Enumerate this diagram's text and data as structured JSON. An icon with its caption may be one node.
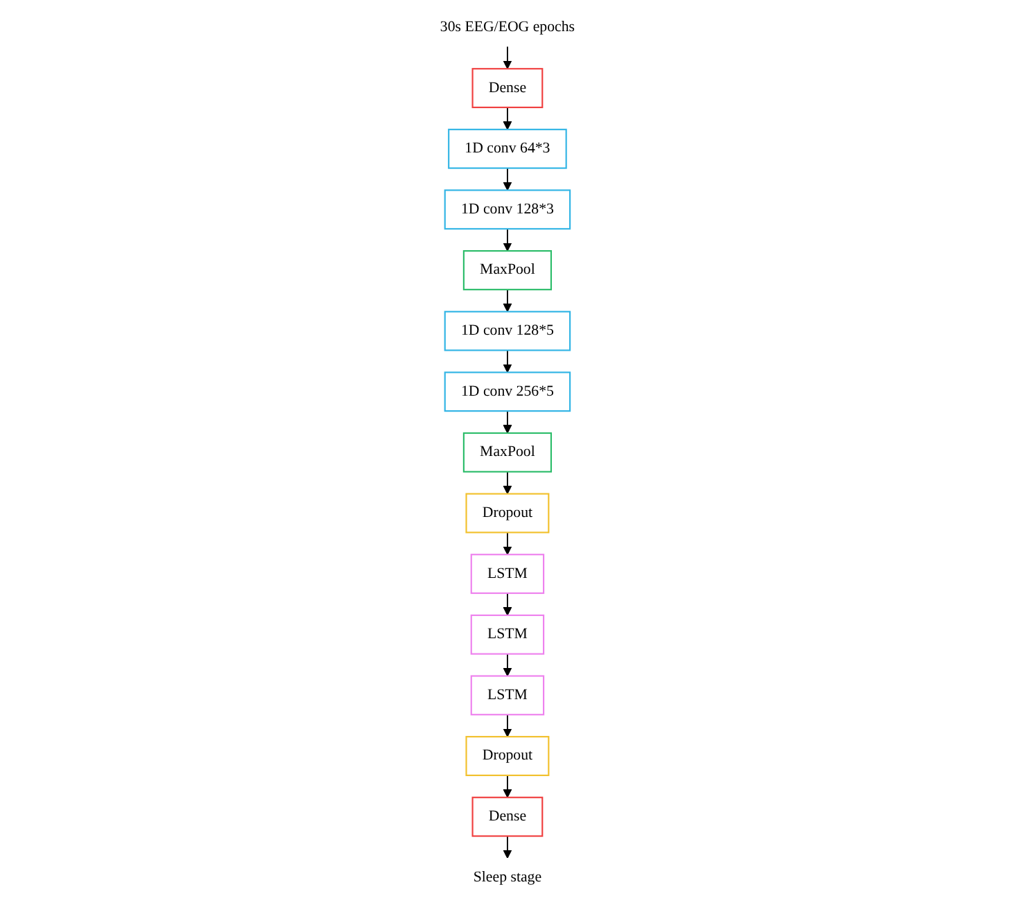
{
  "diagram": {
    "nodes": [
      {
        "text": [
          "30s EEG/EOG epochs"
        ]
      },
      {
        "text": [
          "Dense"
        ]
      },
      {
        "text": [
          "1D conv  64*3"
        ]
      },
      {
        "text": [
          "1D conv  128*3"
        ]
      },
      {
        "text": [
          "MaxPool"
        ]
      },
      {
        "text": [
          "1D conv  128*5"
        ]
      },
      {
        "text": [
          "1D conv  256*5"
        ]
      },
      {
        "text": [
          "MaxPool"
        ]
      },
      {
        "text": [
          "Dropout"
        ]
      },
      {
        "text": [
          "LSTM"
        ]
      },
      {
        "text": [
          "LSTM"
        ]
      },
      {
        "text": [
          "LSTM"
        ]
      },
      {
        "text": [
          "Dropout"
        ]
      },
      {
        "text": [
          "Dense"
        ]
      },
      {
        "text": [
          "Sleep stage"
        ]
      }
    ],
    "edges": [
      {
        "from": 0,
        "to": 1,
        "arrow": "to"
      },
      {
        "from": 1,
        "to": 2,
        "arrow": "to"
      },
      {
        "from": 2,
        "to": 3,
        "arrow": "to"
      },
      {
        "from": 3,
        "to": 4,
        "arrow": "to"
      },
      {
        "from": 4,
        "to": 5,
        "arrow": "to"
      },
      {
        "from": 5,
        "to": 6,
        "arrow": "to"
      },
      {
        "from": 6,
        "to": 7,
        "arrow": "to"
      },
      {
        "from": 7,
        "to": 8,
        "arrow": "to"
      },
      {
        "from": 8,
        "to": 9,
        "arrow": "to"
      },
      {
        "from": 9,
        "to": 10,
        "arrow": "to"
      },
      {
        "from": 10,
        "to": 11,
        "arrow": "to"
      },
      {
        "from": 11,
        "to": 12,
        "arrow": "to"
      },
      {
        "from": 12,
        "to": 13,
        "arrow": "to"
      },
      {
        "from": 13,
        "to": 14,
        "arrow": "to"
      }
    ]
  }
}
